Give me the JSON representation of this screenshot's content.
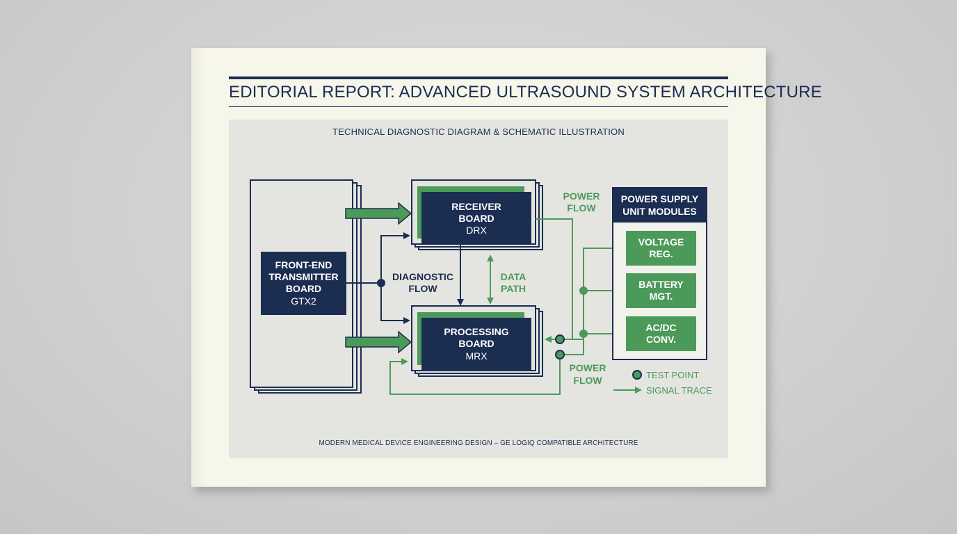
{
  "report": {
    "title": "EDITORIAL REPORT: ADVANCED ULTRASOUND SYSTEM ARCHITECTURE"
  },
  "diagram": {
    "title": "TECHNICAL DIAGNOSTIC DIAGRAM & SCHEMATIC ILLUSTRATION",
    "footer": "MODERN MEDICAL DEVICE ENGINEERING DESIGN – GE LOGIQ COMPATIBLE ARCHITECTURE",
    "front_end": {
      "line1": "FRONT-END",
      "line2": "TRANSMITTER",
      "line3": "BOARD",
      "code": "GTX2"
    },
    "receiver": {
      "line1": "RECEIVER",
      "line2": "BOARD",
      "code": "DRX"
    },
    "processing": {
      "line1": "PROCESSING",
      "line2": "BOARD",
      "code": "MRX"
    },
    "power_supply": {
      "title1": "POWER SUPPLY",
      "title2": "UNIT MODULES",
      "modules": [
        {
          "line1": "VOLTAGE",
          "line2": "REG."
        },
        {
          "line1": "BATTERY",
          "line2": "MGT."
        },
        {
          "line1": "AC/DC",
          "line2": "CONV."
        }
      ]
    },
    "labels": {
      "diagnostic_flow_1": "DIAGNOSTIC",
      "diagnostic_flow_2": "FLOW",
      "data_path_1": "DATA",
      "data_path_2": "PATH",
      "power_flow_top_1": "POWER",
      "power_flow_top_2": "FLOW",
      "power_flow_bottom_1": "POWER",
      "power_flow_bottom_2": "FLOW"
    },
    "legend": {
      "test_point": "TEST POINT",
      "signal_trace": "SIGNAL TRACE"
    },
    "colors": {
      "navy": "#1c2d52",
      "green": "#4c9a5a",
      "paper": "#f7f6ea",
      "panel": "#e4e5e0"
    }
  }
}
